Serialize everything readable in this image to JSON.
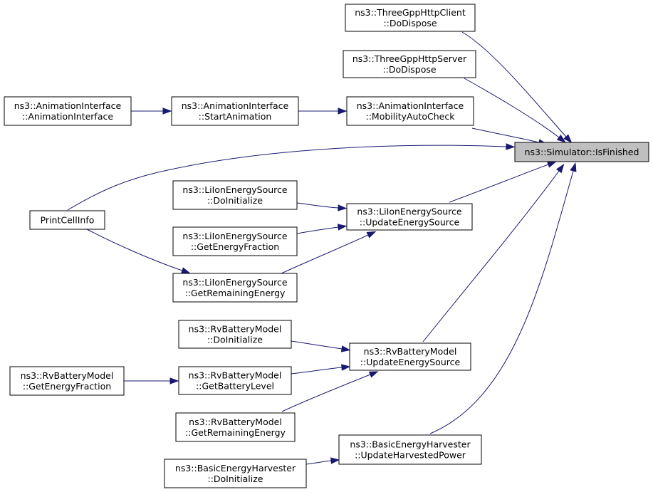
{
  "graph": {
    "nodes": {
      "is_finished": [
        "ns3::Simulator::IsFinished"
      ],
      "gpp_client": [
        "ns3::ThreeGppHttpClient",
        "::DoDispose"
      ],
      "gpp_server": [
        "ns3::ThreeGppHttpServer",
        "::DoDispose"
      ],
      "anim_ctor": [
        "ns3::AnimationInterface",
        "::AnimationInterface"
      ],
      "anim_start": [
        "ns3::AnimationInterface",
        "::StartAnimation"
      ],
      "anim_mobility": [
        "ns3::AnimationInterface",
        "::MobilityAutoCheck"
      ],
      "print_cell": [
        "PrintCellInfo"
      ],
      "liion_doinit": [
        "ns3::LiIonEnergySource",
        "::DoInitialize"
      ],
      "liion_getfrac": [
        "ns3::LiIonEnergySource",
        "::GetEnergyFraction"
      ],
      "liion_getrem": [
        "ns3::LiIonEnergySource",
        "::GetRemainingEnergy"
      ],
      "liion_update": [
        "ns3::LiIonEnergySource",
        "::UpdateEnergySource"
      ],
      "rv_doinit": [
        "ns3::RvBatteryModel",
        "::DoInitialize"
      ],
      "rv_getfrac": [
        "ns3::RvBatteryModel",
        "::GetEnergyFraction"
      ],
      "rv_getlevel": [
        "ns3::RvBatteryModel",
        "::GetBatteryLevel"
      ],
      "rv_getrem": [
        "ns3::RvBatteryModel",
        "::GetRemainingEnergy"
      ],
      "rv_update": [
        "ns3::RvBatteryModel",
        "::UpdateEnergySource"
      ],
      "harv_doinit": [
        "ns3::BasicEnergyHarvester",
        "::DoInitialize"
      ],
      "harv_update": [
        "ns3::BasicEnergyHarvester",
        "::UpdateHarvestedPower"
      ]
    },
    "edges": [
      [
        "gpp_client",
        "is_finished"
      ],
      [
        "gpp_server",
        "is_finished"
      ],
      [
        "anim_ctor",
        "anim_start"
      ],
      [
        "anim_start",
        "anim_mobility"
      ],
      [
        "anim_mobility",
        "is_finished"
      ],
      [
        "print_cell",
        "is_finished"
      ],
      [
        "print_cell",
        "liion_getrem"
      ],
      [
        "liion_update",
        "is_finished"
      ],
      [
        "liion_doinit",
        "liion_update"
      ],
      [
        "liion_getfrac",
        "liion_update"
      ],
      [
        "liion_getrem",
        "liion_update"
      ],
      [
        "rv_update",
        "is_finished"
      ],
      [
        "rv_doinit",
        "rv_update"
      ],
      [
        "rv_getlevel",
        "rv_update"
      ],
      [
        "rv_getrem",
        "rv_update"
      ],
      [
        "rv_getfrac",
        "rv_getlevel"
      ],
      [
        "harv_update",
        "is_finished"
      ],
      [
        "harv_doinit",
        "harv_update"
      ]
    ],
    "root": "is_finished",
    "colors": {
      "edge": "#191970",
      "root_fill": "#bfbfbf",
      "node_fill": "#ffffff",
      "border": "#000000"
    }
  }
}
